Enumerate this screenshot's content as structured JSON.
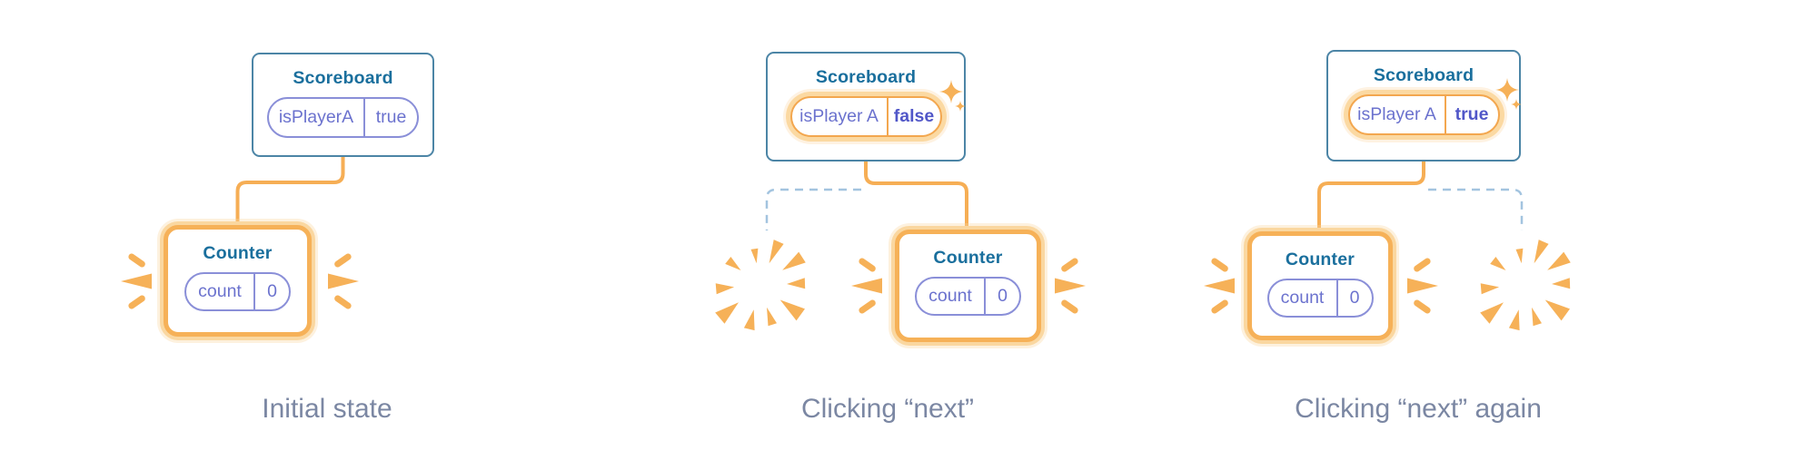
{
  "colors": {
    "accent_orange": "#F6B158",
    "orange_halo": "#FAD7A0",
    "component_border_blue": "#4C85A6",
    "component_label_blue": "#1A6F9D",
    "state_indigo": "#6B72CE",
    "state_value_bold_indigo": "#5157C8",
    "dashed_removed_blue": "#A3C4DF",
    "caption_gray": "#7B87A3"
  },
  "icons": {
    "state_changed": "twinkle-icon",
    "component_destroyed": "poof-icon",
    "fresh_component": "sparkle-rays-icon"
  },
  "diagrams": [
    {
      "caption": "Initial state",
      "scoreboard": {
        "title": "Scoreboard",
        "state_key": "isPlayerA",
        "state_value": "true",
        "highlighted": false
      },
      "counter": {
        "title": "Counter",
        "state_key": "count",
        "state_value": "0",
        "highlighted": true
      },
      "poof_side": "none"
    },
    {
      "caption": "Clicking “next”",
      "scoreboard": {
        "title": "Scoreboard",
        "state_key": "isPlayer A",
        "state_value": "false",
        "highlighted": true
      },
      "counter": {
        "title": "Counter",
        "state_key": "count",
        "state_value": "0",
        "highlighted": true
      },
      "poof_side": "left"
    },
    {
      "caption": "Clicking “next” again",
      "scoreboard": {
        "title": "Scoreboard",
        "state_key": "isPlayer A",
        "state_value": "true",
        "highlighted": true
      },
      "counter": {
        "title": "Counter",
        "state_key": "count",
        "state_value": "0",
        "highlighted": true
      },
      "poof_side": "right"
    }
  ]
}
